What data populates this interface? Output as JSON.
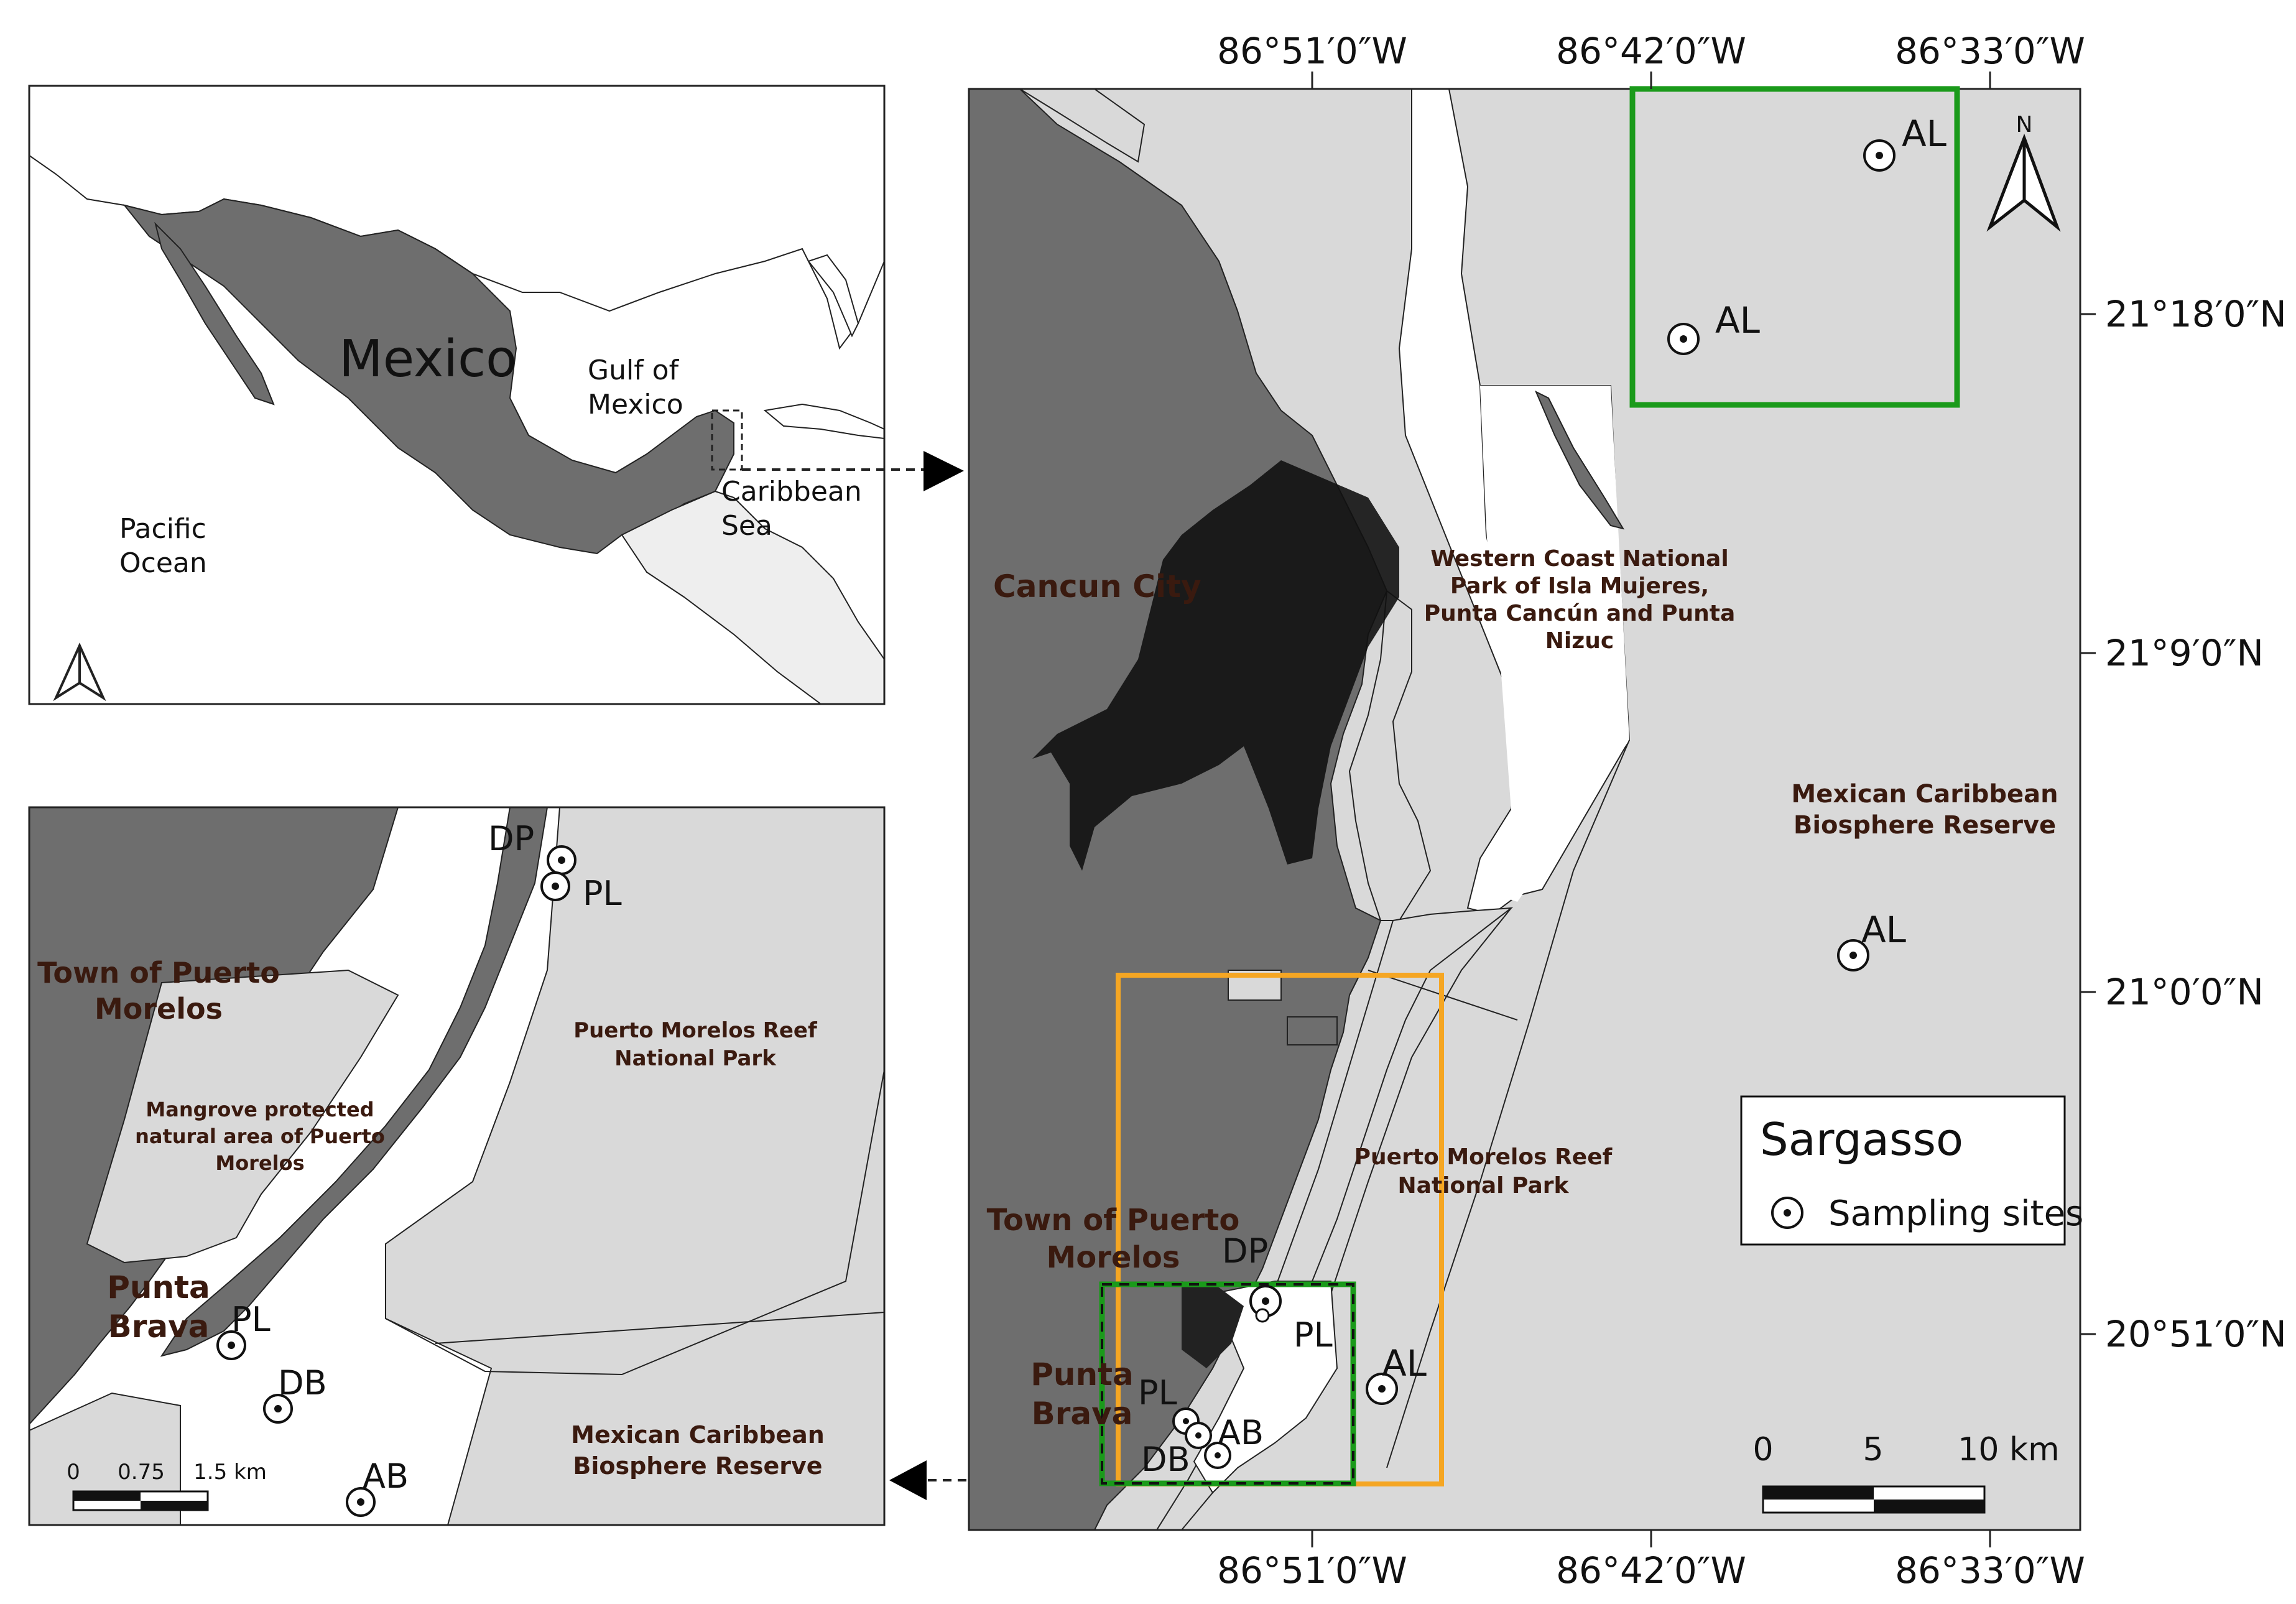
{
  "inset_mexico": {
    "labels": {
      "country": "Mexico",
      "gulf": [
        "Gulf of",
        "Mexico"
      ],
      "caribbean": [
        "Caribbean",
        "Sea"
      ],
      "pacific": [
        "Pacific",
        "Ocean"
      ]
    }
  },
  "inset_puerto_morelos": {
    "town": [
      "Town of Puerto",
      "Morelos"
    ],
    "mangrove": [
      "Mangrove protected",
      "natural area of Puerto",
      "Morelos"
    ],
    "reef_park": [
      "Puerto Morelos Reef",
      "National Park"
    ],
    "biosphere": [
      "Mexican Caribbean",
      "Biosphere Reserve"
    ],
    "punta_brava": [
      "Punta",
      "Brava"
    ],
    "sites": [
      {
        "code": "DP"
      },
      {
        "code": "PL"
      },
      {
        "code": "PL"
      },
      {
        "code": "DB"
      },
      {
        "code": "AB"
      }
    ],
    "scalebar": {
      "ticks": [
        "0",
        "0.75",
        "1.5 km"
      ]
    }
  },
  "main_map": {
    "lon_ticks": [
      "86°51′0″W",
      "86°42′0″W",
      "86°33′0″W"
    ],
    "lat_ticks": [
      "21°18′0″N",
      "21°9′0″N",
      "21°0′0″N",
      "20°51′0″N"
    ],
    "cancun": "Cancun City",
    "isla_mujeres_park": [
      "Western Coast National",
      "Park of Isla Mujeres,",
      "Punta Cancún and Punta",
      "Nizuc"
    ],
    "biosphere": [
      "Mexican Caribbean",
      "Biosphere Reserve"
    ],
    "reef_park": [
      "Puerto Morelos Reef",
      "National Park"
    ],
    "town": [
      "Town of Puerto",
      "Morelos"
    ],
    "punta_brava": [
      "Punta",
      "Brava"
    ],
    "sites": [
      {
        "code": "AL"
      },
      {
        "code": "AL"
      },
      {
        "code": "AL"
      },
      {
        "code": "AL"
      },
      {
        "code": "DP"
      },
      {
        "code": "PL"
      },
      {
        "code": "PL"
      },
      {
        "code": "AB"
      },
      {
        "code": "DB"
      }
    ],
    "north": "N",
    "scalebar": {
      "ticks": [
        "0",
        "5",
        "10 km"
      ]
    }
  },
  "legend": {
    "title": "Sargasso",
    "entry": "Sampling sites"
  },
  "colors": {
    "land": "#6e6e6e",
    "sea": "#d9d9d9",
    "protected": "#ffffff",
    "box_green": "#1a9a1a",
    "box_orange": "#f5a623"
  }
}
